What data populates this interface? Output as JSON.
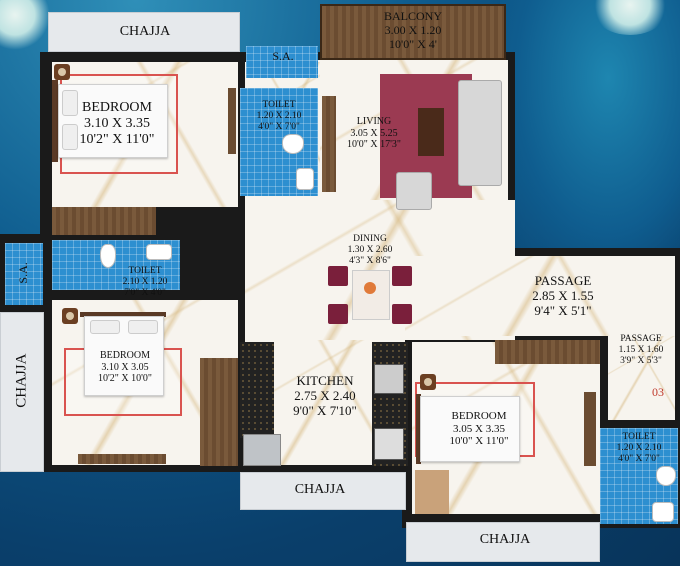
{
  "rooms": {
    "chajja_top_left": "CHAJJA",
    "balcony": {
      "name": "BALCONY",
      "metric": "3.00 X 1.20",
      "imperial": "10'0\" X 4'"
    },
    "sa_top": "S.A.",
    "bedroom_top": {
      "name": "BEDROOM",
      "metric": "3.10 X 3.35",
      "imperial": "10'2\" X 11'0\""
    },
    "toilet_top": {
      "name": "TOILET",
      "metric": "1.20 X 2.10",
      "imperial": "4'0\" X 7'0\""
    },
    "living": {
      "name": "LIVING",
      "metric": "3.05 X 5.25",
      "imperial": "10'0\" X 17'3\""
    },
    "sa_left": "S.A.",
    "toilet_left": {
      "name": "TOILET",
      "metric": "2.10 X 1.20",
      "imperial": "7'0\" X 4'0\""
    },
    "dining": {
      "name": "DINING",
      "metric": "1.30 X 2.60",
      "imperial": "4'3\" X 8'6\""
    },
    "passage": {
      "name": "PASSAGE",
      "metric": "2.85 X 1.55",
      "imperial": "9'4\" X 5'1\""
    },
    "passage_small": {
      "name": "PASSAGE",
      "metric": "1.15 X 1.60",
      "imperial": "3'9\" X 5'3\""
    },
    "chajja_left": "CHAJJA",
    "bedroom_left": {
      "name": "BEDROOM",
      "metric": "3.10 X 3.05",
      "imperial": "10'2\" X 10'0\""
    },
    "kitchen": {
      "name": "KITCHEN",
      "metric": "2.75 X 2.40",
      "imperial": "9'0\" X 7'10\""
    },
    "bedroom_right": {
      "name": "BEDROOM",
      "metric": "3.05 X 3.35",
      "imperial": "10'0\" X 11'0\""
    },
    "toilet_right": {
      "name": "TOILET",
      "metric": "1.20 X 2.10",
      "imperial": "4'0\" X 7'0\""
    },
    "chajja_bottom_mid": "CHAJJA",
    "chajja_bottom_right": "CHAJJA",
    "marker": "03"
  }
}
